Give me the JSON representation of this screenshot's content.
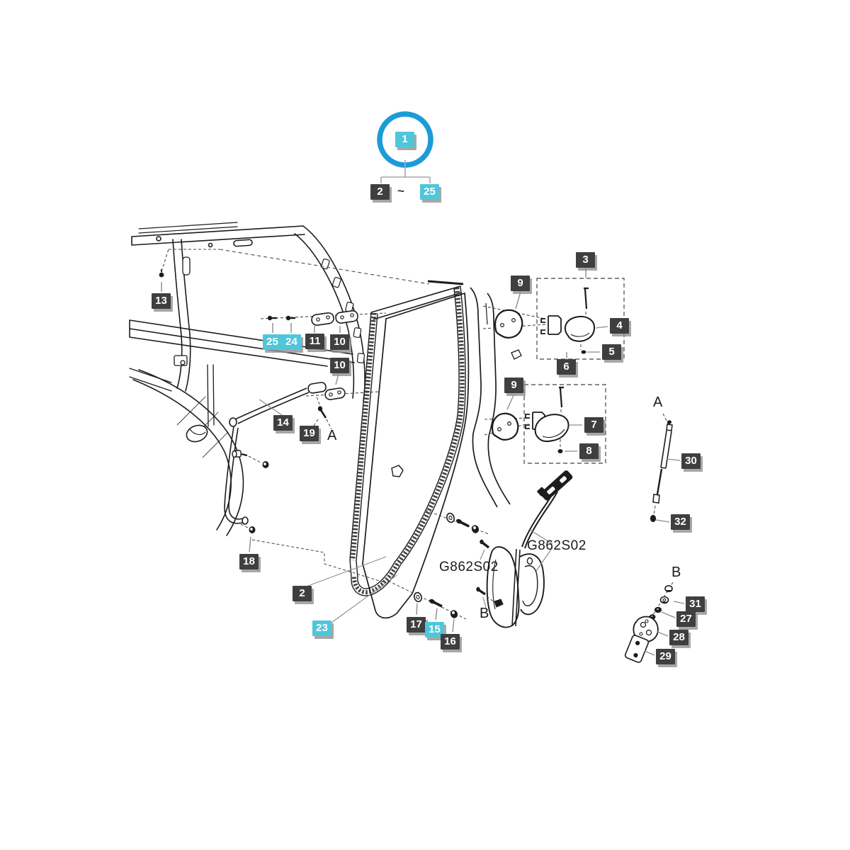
{
  "meta": {
    "description": "Tractor cab door exploded parts diagram",
    "colors": {
      "accent_blue": "#1b9cd8",
      "highlight_cyan": "#4fc6da",
      "label_dark": "#3f3f3f",
      "label_text": "#ffffff",
      "line_art": "#1c1c1c"
    }
  },
  "callout": {
    "main": "1",
    "from": "2",
    "tilde": "~",
    "to": "25"
  },
  "parts": {
    "p13": "13",
    "p25": "25",
    "p24": "24",
    "p11": "11",
    "p10a": "10",
    "p10b": "10",
    "p14": "14",
    "p19": "19",
    "p18": "18",
    "p2": "2",
    "p23": "23",
    "p17": "17",
    "p15": "15",
    "p16": "16",
    "p9a": "9",
    "p3": "3",
    "p4": "4",
    "p5": "5",
    "p6": "6",
    "p9b": "9",
    "p7": "7",
    "p8": "8",
    "p30": "30",
    "p32": "32",
    "p31": "31",
    "p27": "27",
    "p28": "28",
    "p29": "29"
  },
  "refs": {
    "a1": "A",
    "a2": "A",
    "b1": "B",
    "b2": "B"
  },
  "codes": {
    "left": "G862S02",
    "right": "G862S02"
  }
}
